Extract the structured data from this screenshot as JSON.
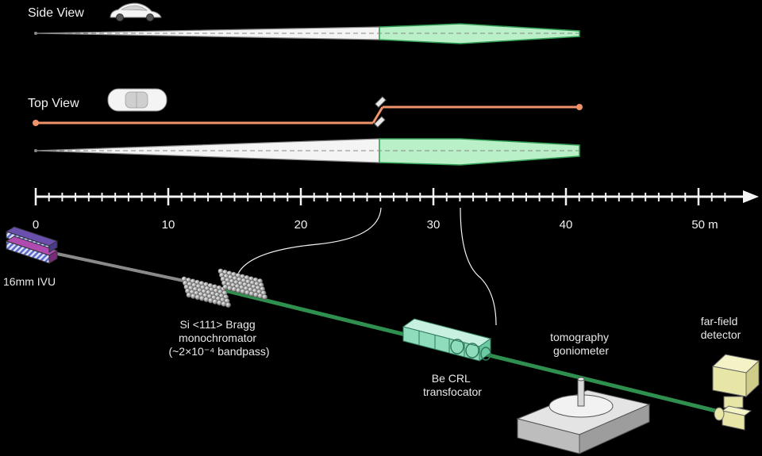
{
  "views": {
    "side": "Side View",
    "top": "Top View"
  },
  "axis": {
    "ticks": [
      "0",
      "10",
      "20",
      "30",
      "40",
      "50 m"
    ],
    "major_values": [
      0,
      10,
      20,
      30,
      40,
      50
    ],
    "min": 0,
    "max": 55
  },
  "components": {
    "source": {
      "lines": [
        "16mm IVU"
      ]
    },
    "mono": {
      "lines": [
        "Si <111> Bragg",
        "monochromator",
        "(~2×10⁻⁴ bandpass)"
      ]
    },
    "crl": {
      "lines": [
        "Be CRL",
        "transfocator"
      ]
    },
    "gonio": {
      "lines": [
        "tomography",
        "goniometer"
      ]
    },
    "detector": {
      "lines": [
        "far-field",
        "detector"
      ]
    }
  },
  "colors": {
    "background": "#000000",
    "beam_gray": "#8a8a8a",
    "focus_green": "#b9f0c8",
    "focus_edge": "#2f9a52",
    "top_beam": "#f0926a",
    "beamline": "#2f8f4f",
    "detector": "#e8e6a6"
  },
  "icons": [
    "car-side-icon",
    "car-top-icon",
    "mirror-icon"
  ]
}
